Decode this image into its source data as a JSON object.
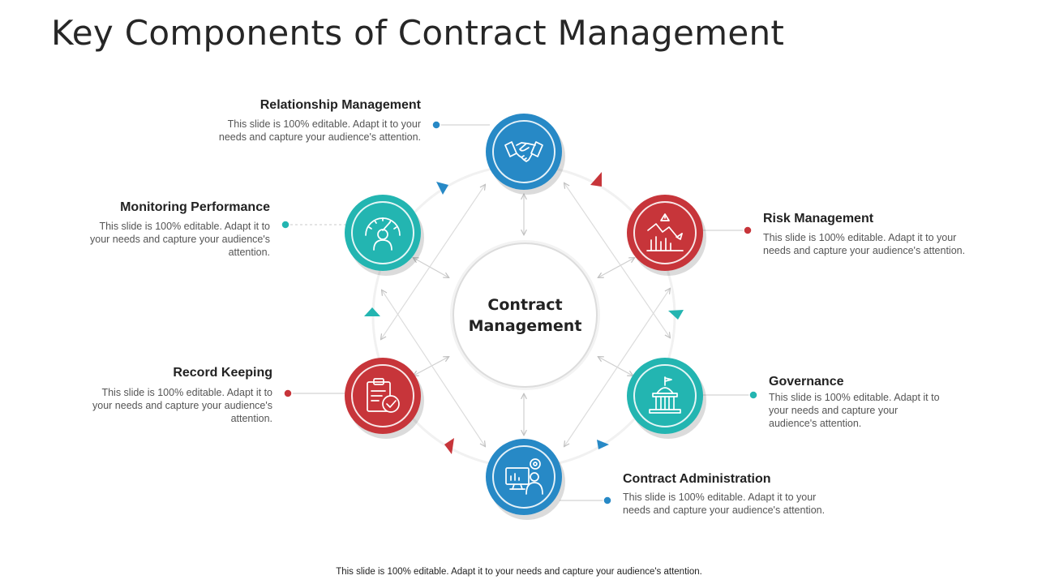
{
  "title": "Key Components of Contract Management",
  "center_label": "Contract Management",
  "colors": {
    "blue": "#2789c6",
    "red": "#c7353a",
    "teal": "#23b5b1"
  },
  "components": [
    {
      "id": "relationship",
      "title": "Relationship Management",
      "desc": "This slide is 100% editable. Adapt it to your needs and capture your audience's attention.",
      "color": "#2789c6",
      "icon": "handshake-icon"
    },
    {
      "id": "risk",
      "title": "Risk Management",
      "desc": "This slide is 100% editable. Adapt it to your needs and capture your audience's attention.",
      "color": "#c7353a",
      "icon": "risk-chart-icon"
    },
    {
      "id": "governance",
      "title": "Governance",
      "desc": "This slide is 100% editable. Adapt it to your needs and capture your audience's attention.",
      "color": "#23b5b1",
      "icon": "capitol-building-icon"
    },
    {
      "id": "administration",
      "title": "Contract Administration",
      "desc": "This slide is 100% editable. Adapt it to your needs and capture your audience's attention.",
      "color": "#2789c6",
      "icon": "admin-monitor-icon"
    },
    {
      "id": "record",
      "title": "Record Keeping",
      "desc": "This slide is 100% editable. Adapt it to your needs and capture your audience's attention.",
      "color": "#c7353a",
      "icon": "clipboard-check-icon"
    },
    {
      "id": "monitoring",
      "title": "Monitoring Performance",
      "desc": "This slide is 100% editable. Adapt it to your needs and capture your audience's attention.",
      "color": "#23b5b1",
      "icon": "performance-gauge-icon"
    }
  ],
  "footer": "This slide is 100% editable. Adapt it to your needs and capture your audience's attention."
}
